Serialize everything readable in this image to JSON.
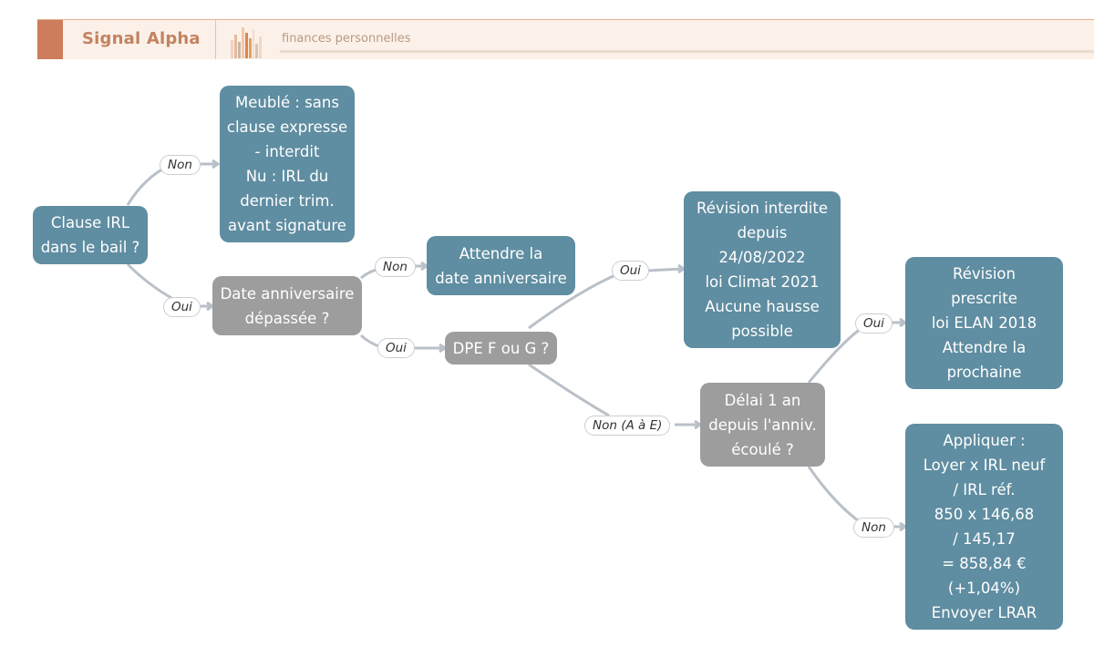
{
  "header": {
    "brand": "Signal Alpha",
    "tagline": "finances personnelles",
    "colors": {
      "brand_block": "#cd7d5c",
      "brand_text": "#c4825f",
      "banner_bg": "#fbf1e9"
    }
  },
  "diagram": {
    "colors": {
      "outcome": "#5f8da1",
      "decision": "#9d9d9d",
      "edge": "#b9c0c8"
    },
    "nodes": {
      "clause": "Clause IRL\ndans le bail ?",
      "meuble": "Meublé : sans\nclause expresse\n- interdit\nNu : IRL du\ndernier trim.\navant signature",
      "date_anniv": "Date anniversaire\ndépassée ?",
      "attendre": "Attendre la\ndate anniversaire",
      "dpe": "DPE F ou G ?",
      "revision_interdite": "Révision interdite\ndepuis\n24/08/2022\nloi Climat 2021\nAucune hausse\npossible",
      "delai": "Délai 1 an\ndepuis l'anniv.\nécoulé ?",
      "prescrite": "Révision\nprescrite\nloi ELAN 2018\nAttendre la\nprochaine",
      "appliquer": "Appliquer :\nLoyer x IRL neuf\n/ IRL réf.\n850 x 146,68\n/ 145,17\n= 858,84 €\n(+1,04%)\nEnvoyer LRAR"
    },
    "edges": {
      "clause_non": "Non",
      "clause_oui": "Oui",
      "date_non": "Non",
      "date_oui": "Oui",
      "dpe_oui": "Oui",
      "dpe_non": "Non (A à E)",
      "delai_oui": "Oui",
      "delai_non": "Non"
    }
  }
}
